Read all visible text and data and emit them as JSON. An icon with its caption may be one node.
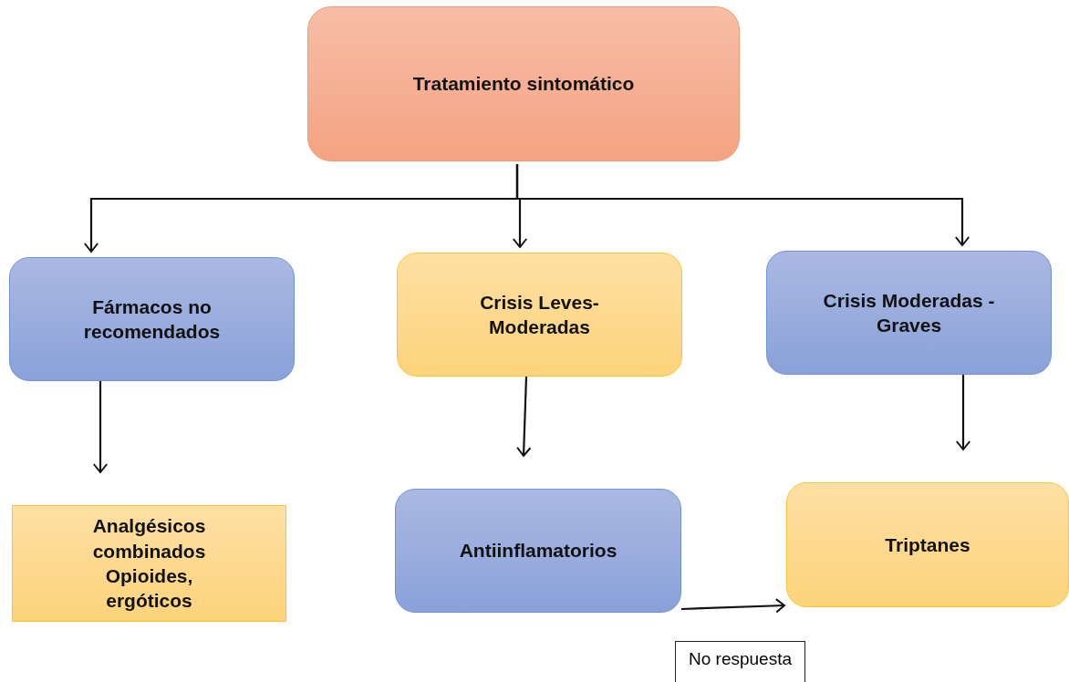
{
  "diagram": {
    "nodes": [
      {
        "text": [
          "Tratamiento sintomático"
        ]
      },
      {
        "text": [
          "Fármacos no recomendados"
        ]
      },
      {
        "text": [
          "Crisis Leves-Moderadas"
        ]
      },
      {
        "text": [
          "Crisis Moderadas - Graves"
        ]
      },
      {
        "text": [
          "Analgésicos combinados",
          "Opioides, ergóticos"
        ]
      },
      {
        "text": [
          "Antiinflamatorios"
        ]
      },
      {
        "text": [
          "Triptanes"
        ]
      }
    ],
    "edges": [
      {
        "from": 0,
        "to": 1,
        "arrow": "to"
      },
      {
        "from": 0,
        "to": 2,
        "arrow": "to"
      },
      {
        "from": 0,
        "to": 3,
        "arrow": "to"
      },
      {
        "from": 1,
        "to": 4,
        "arrow": "to"
      },
      {
        "from": 2,
        "to": 5,
        "arrow": "to"
      },
      {
        "from": 3,
        "to": 6,
        "arrow": "to"
      },
      {
        "from": 5,
        "to": 6,
        "arrow": "to",
        "label": "No respuesta"
      }
    ]
  }
}
